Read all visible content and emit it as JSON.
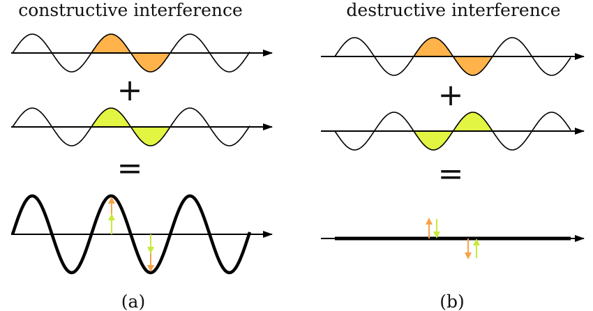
{
  "panels": [
    {
      "title": "constructive interference",
      "caption": "(a)",
      "operator_plus": "+",
      "operator_equals": "=",
      "relative_phase": "in phase",
      "result": "doubled amplitude"
    },
    {
      "title": "destructive interference",
      "caption": "(b)",
      "operator_plus": "+",
      "operator_equals": "=",
      "relative_phase": "opposite phase",
      "result": "zero amplitude"
    }
  ],
  "colors": {
    "wave1_fill": "#ffb34a",
    "wave2_fill": "#e2f542",
    "arrow_orange": "#f6a24a",
    "arrow_green": "#c6ea3c",
    "line": "#000000"
  }
}
